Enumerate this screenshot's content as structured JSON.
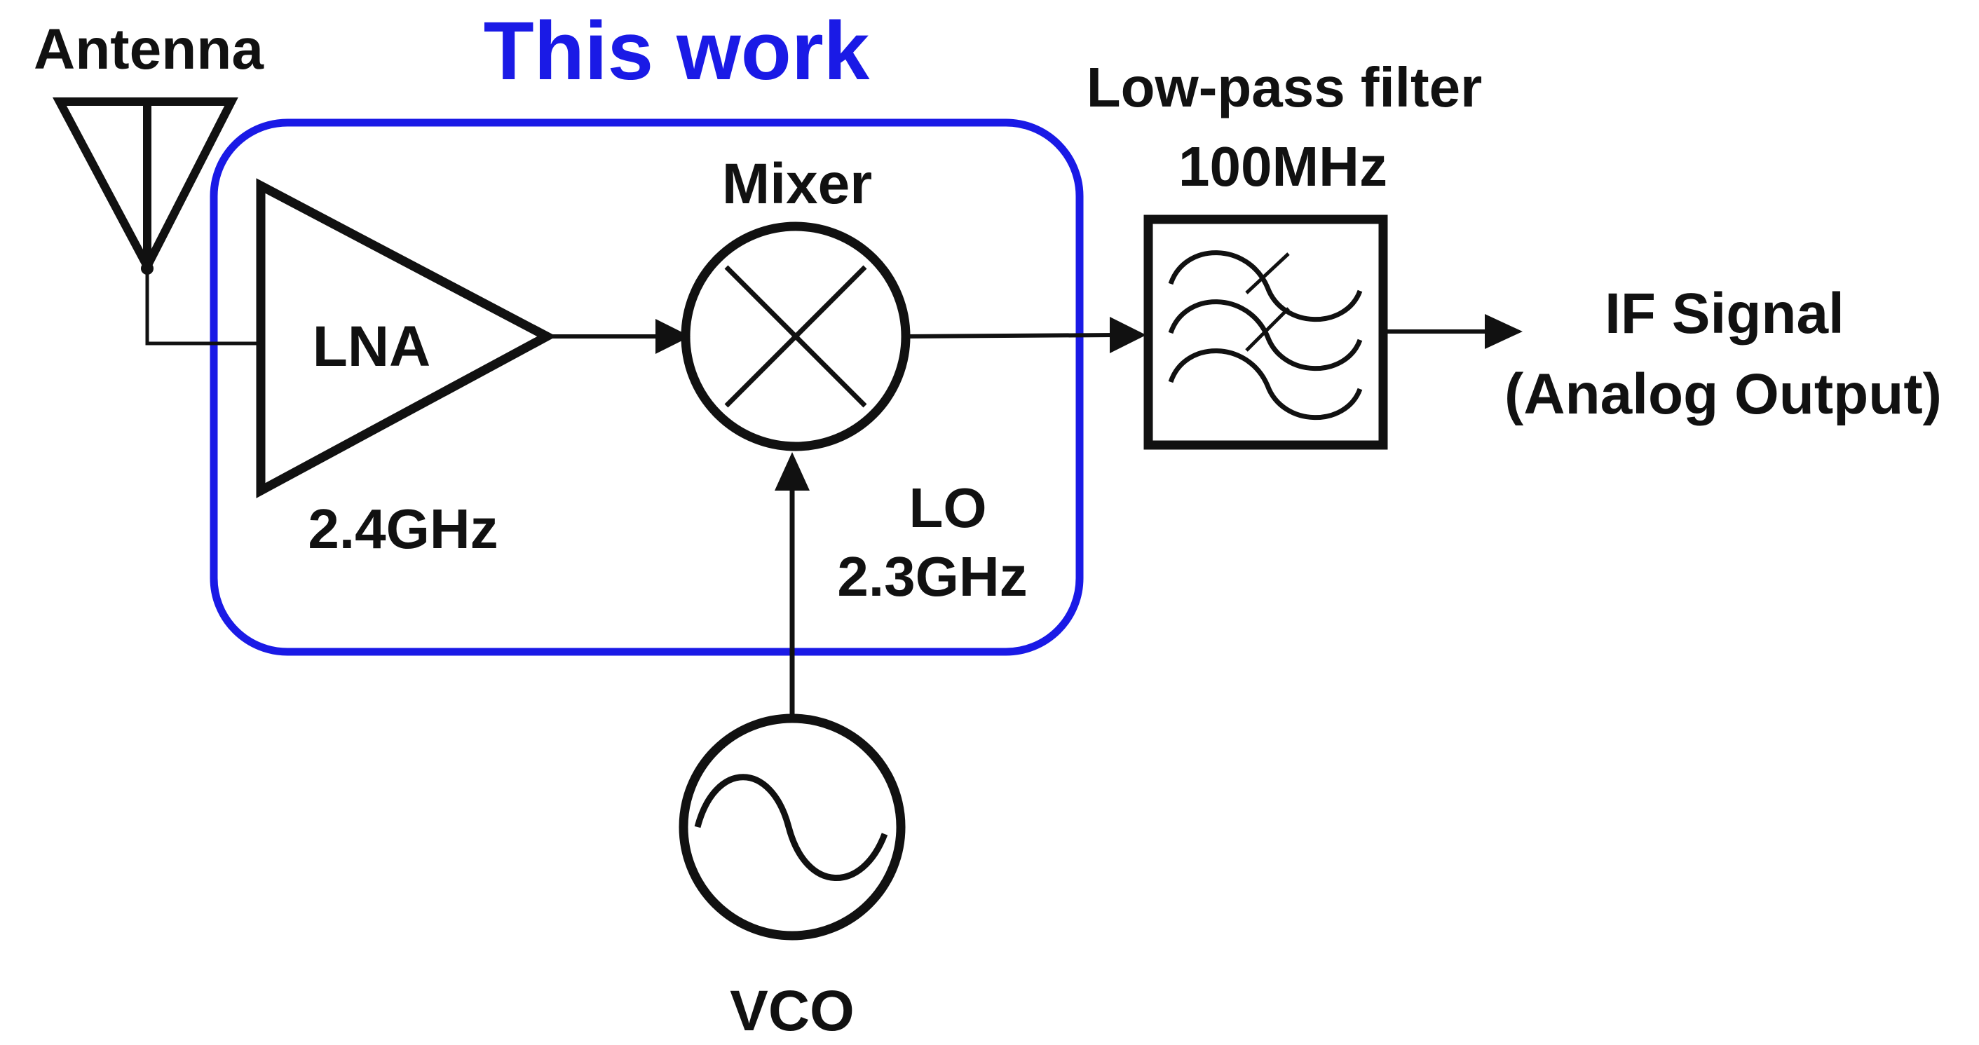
{
  "colors": {
    "stroke": "#111111",
    "this_work_box": "#1a1ae6",
    "background": "#ffffff"
  },
  "this_work_label": "This work",
  "antenna": {
    "label": "Antenna",
    "icon": "antenna-icon"
  },
  "lna": {
    "label": "LNA",
    "freq": "2.4GHz",
    "icon": "amplifier-triangle-icon"
  },
  "mixer": {
    "label": "Mixer",
    "icon": "mixer-cross-icon"
  },
  "lo": {
    "label": "LO",
    "freq": "2.3GHz"
  },
  "vco": {
    "label": "VCO",
    "icon": "sine-source-icon"
  },
  "filter": {
    "label": "Low-pass filter",
    "freq": "100MHz",
    "icon": "filter-waves-icon"
  },
  "output": {
    "line1": "IF Signal",
    "line2": "(Analog Output)"
  }
}
